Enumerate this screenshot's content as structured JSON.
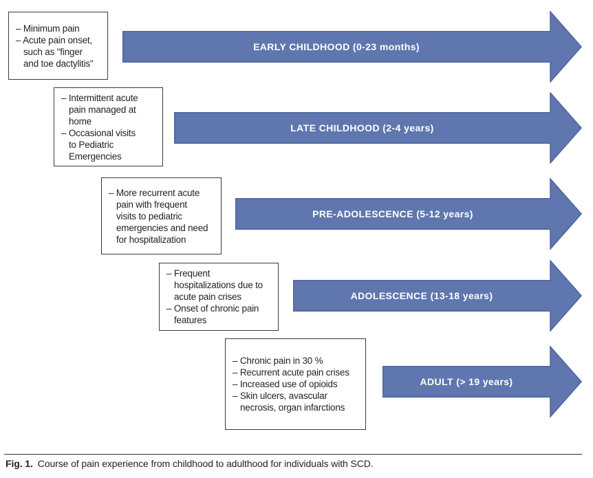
{
  "colors": {
    "arrow_fill": "#5F77AE",
    "arrow_stroke": "#4E639C",
    "arrow_text": "#FFFFFF",
    "box_border": "#3A3A3A",
    "ink": "#231F20"
  },
  "caption": {
    "label": "Fig. 1.",
    "text": "Course of pain experience from childhood to adulthood for individuals with SCD."
  },
  "stages": [
    {
      "label": "EARLY CHILDHOOD (0-23 months)",
      "bullets": [
        "– Minimum pain",
        "– Acute pain onset,\nsuch as \"finger\nand toe dactylitis\""
      ]
    },
    {
      "label": "LATE CHILDHOOD (2-4 years)",
      "bullets": [
        "– Intermittent acute\npain managed at\nhome",
        "– Occasional visits\nto Pediatric\nEmergencies"
      ]
    },
    {
      "label": "PRE-ADOLESCENCE (5-12 years)",
      "bullets": [
        "– More recurrent acute\npain with frequent\nvisits to pediatric\nemergencies and need\nfor hospitalization"
      ]
    },
    {
      "label": "ADOLESCENCE (13-18 years)",
      "bullets": [
        "– Frequent\nhospitalizations due to\nacute pain crises",
        "– Onset of chronic pain\nfeatures"
      ]
    },
    {
      "label": "ADULT (> 19 years)",
      "bullets": [
        "– Chronic pain in 30 %",
        "– Recurrent acute pain crises",
        "– Increased use of opioids",
        "– Skin ulcers, avascular\nnecrosis, organ infarctions"
      ]
    }
  ]
}
